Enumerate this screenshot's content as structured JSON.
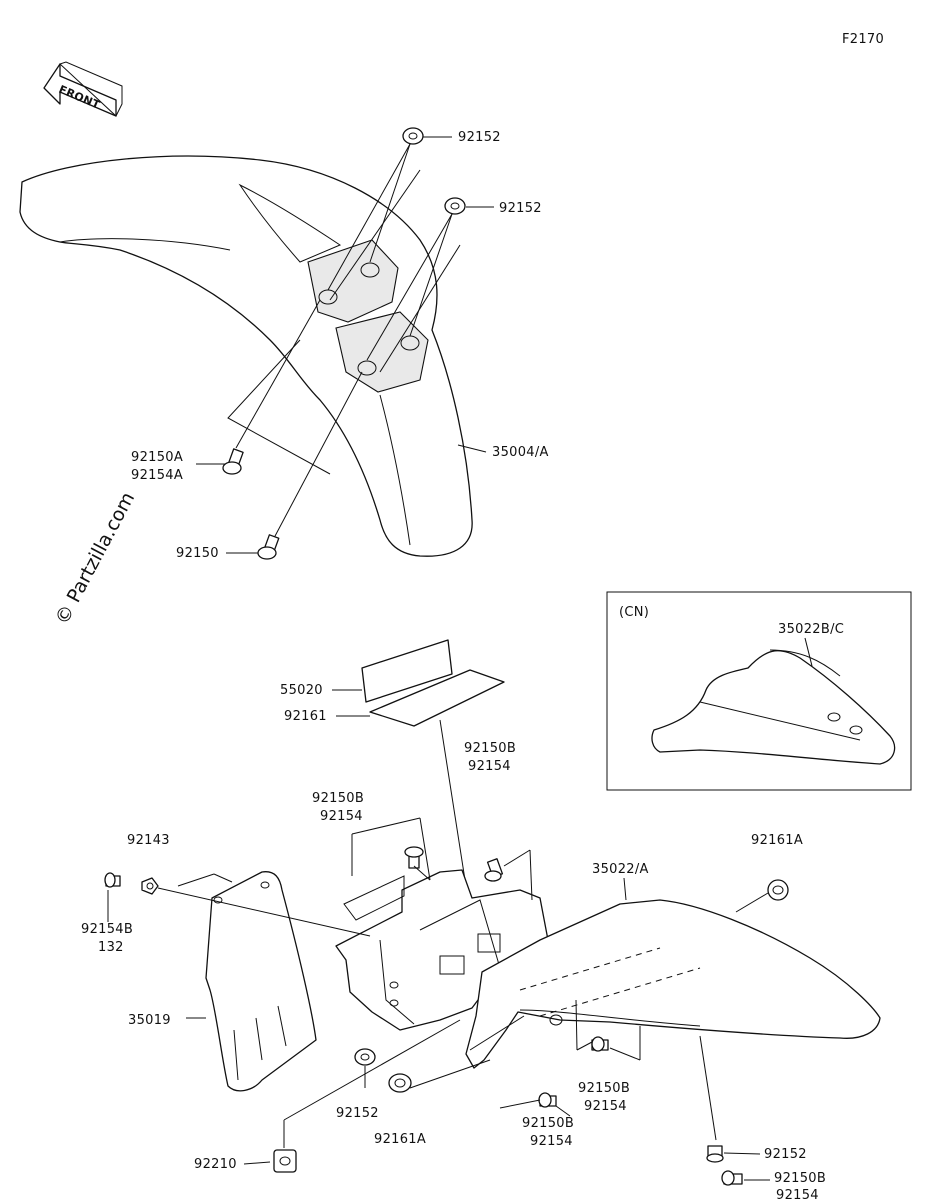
{
  "figure_code": "F2170",
  "front_arrow_text": "FRONT",
  "watermark": "© Partzilla.com",
  "cn_box_label": "(CN)",
  "labels": {
    "l_92152_top": "92152",
    "l_92152_mid": "92152",
    "l_92150A": "92150A",
    "l_92154A": "92154A",
    "l_35004": "35004/A",
    "l_92150": "92150",
    "l_35022BC": "35022B/C",
    "l_55020": "55020",
    "l_92161": "92161",
    "l_92150B_r1": "92150B",
    "l_92154_r1": "92154",
    "l_92150B_l1": "92150B",
    "l_92154_l1": "92154",
    "l_92143": "92143",
    "l_35022A": "35022/A",
    "l_92161A_r": "92161A",
    "l_92154B": "92154B",
    "l_132": "132",
    "l_35019": "35019",
    "l_92152_bot": "92152",
    "l_92161A_bot": "92161A",
    "l_92150B_b1": "92150B",
    "l_92154_b1": "92154",
    "l_92150B_b2": "92150B",
    "l_92154_b2": "92154",
    "l_92152_br": "92152",
    "l_92150B_b3": "92150B",
    "l_92154_b3": "92154",
    "l_92210": "92210"
  }
}
